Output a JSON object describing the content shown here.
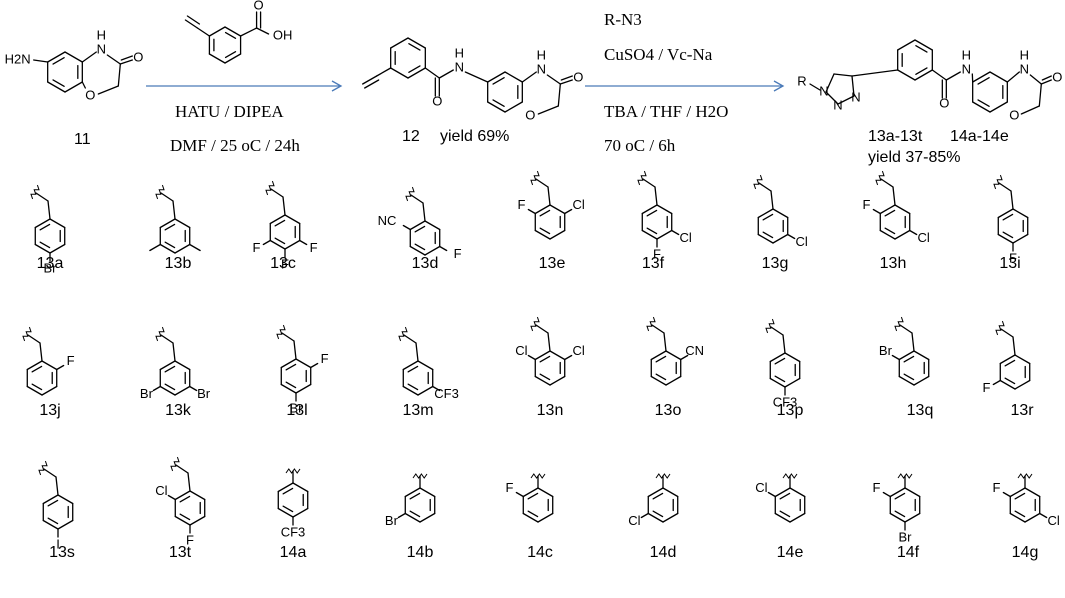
{
  "scheme": {
    "step1_above": "",
    "step1_conditions": [
      "HATU / DIPEA",
      "DMF / 25 oC / 24h"
    ],
    "step2_conditions_top": [
      "R-N3",
      "CuSO4 / Vc-Na"
    ],
    "step2_conditions_bottom": [
      "TBA / THF / H2O",
      "70 oC / 6h"
    ],
    "start_label": "11",
    "intermediate_label": "12",
    "intermediate_yield": "yield   69%",
    "product_label_a": "13a-13t",
    "product_label_b": "14a-14e",
    "product_yield": "yield  37-85%",
    "atoms": {
      "H2N": "H2N",
      "NH": "H",
      "N": "N",
      "O": "O",
      "OH": "OH",
      "R": "R",
      "triazole_N": "N"
    }
  },
  "substituents": [
    {
      "label": "13a",
      "atoms": [
        "Br"
      ]
    },
    {
      "label": "13b",
      "atoms": []
    },
    {
      "label": "13c",
      "atoms": [
        "F",
        "F",
        "F"
      ]
    },
    {
      "label": "13d",
      "atoms": [
        "NC",
        "F"
      ]
    },
    {
      "label": "13e",
      "atoms": [
        "F",
        "Cl"
      ]
    },
    {
      "label": "13f",
      "atoms": [
        "Cl",
        "F"
      ]
    },
    {
      "label": "13g",
      "atoms": [
        "Cl"
      ]
    },
    {
      "label": "13h",
      "atoms": [
        "F",
        "Cl"
      ]
    },
    {
      "label": "13i",
      "atoms": [
        "F"
      ]
    },
    {
      "label": "13j",
      "atoms": [
        "F"
      ]
    },
    {
      "label": "13k",
      "atoms": [
        "Br",
        "Br"
      ]
    },
    {
      "label": "13l",
      "atoms": [
        "F",
        "Br"
      ]
    },
    {
      "label": "13m",
      "atoms": [
        "CF3"
      ]
    },
    {
      "label": "13n",
      "atoms": [
        "Cl",
        "Cl"
      ]
    },
    {
      "label": "13o",
      "atoms": [
        "CN"
      ]
    },
    {
      "label": "13p",
      "atoms": [
        "CF3"
      ]
    },
    {
      "label": "13q",
      "atoms": [
        "Br"
      ]
    },
    {
      "label": "13r",
      "atoms": [
        "F"
      ]
    },
    {
      "label": "13s",
      "atoms": [
        "I"
      ]
    },
    {
      "label": "13t",
      "atoms": [
        "Cl",
        "F"
      ]
    },
    {
      "label": "14a",
      "atoms": [
        "CF3"
      ]
    },
    {
      "label": "14b",
      "atoms": [
        "Br"
      ]
    },
    {
      "label": "14c",
      "atoms": [
        "F"
      ]
    },
    {
      "label": "14d",
      "atoms": [
        "Cl"
      ]
    },
    {
      "label": "14e",
      "atoms": [
        "Cl"
      ]
    },
    {
      "label": "14f",
      "atoms": [
        "F",
        "Br"
      ]
    },
    {
      "label": "14g",
      "atoms": [
        "F",
        "Cl"
      ]
    }
  ]
}
